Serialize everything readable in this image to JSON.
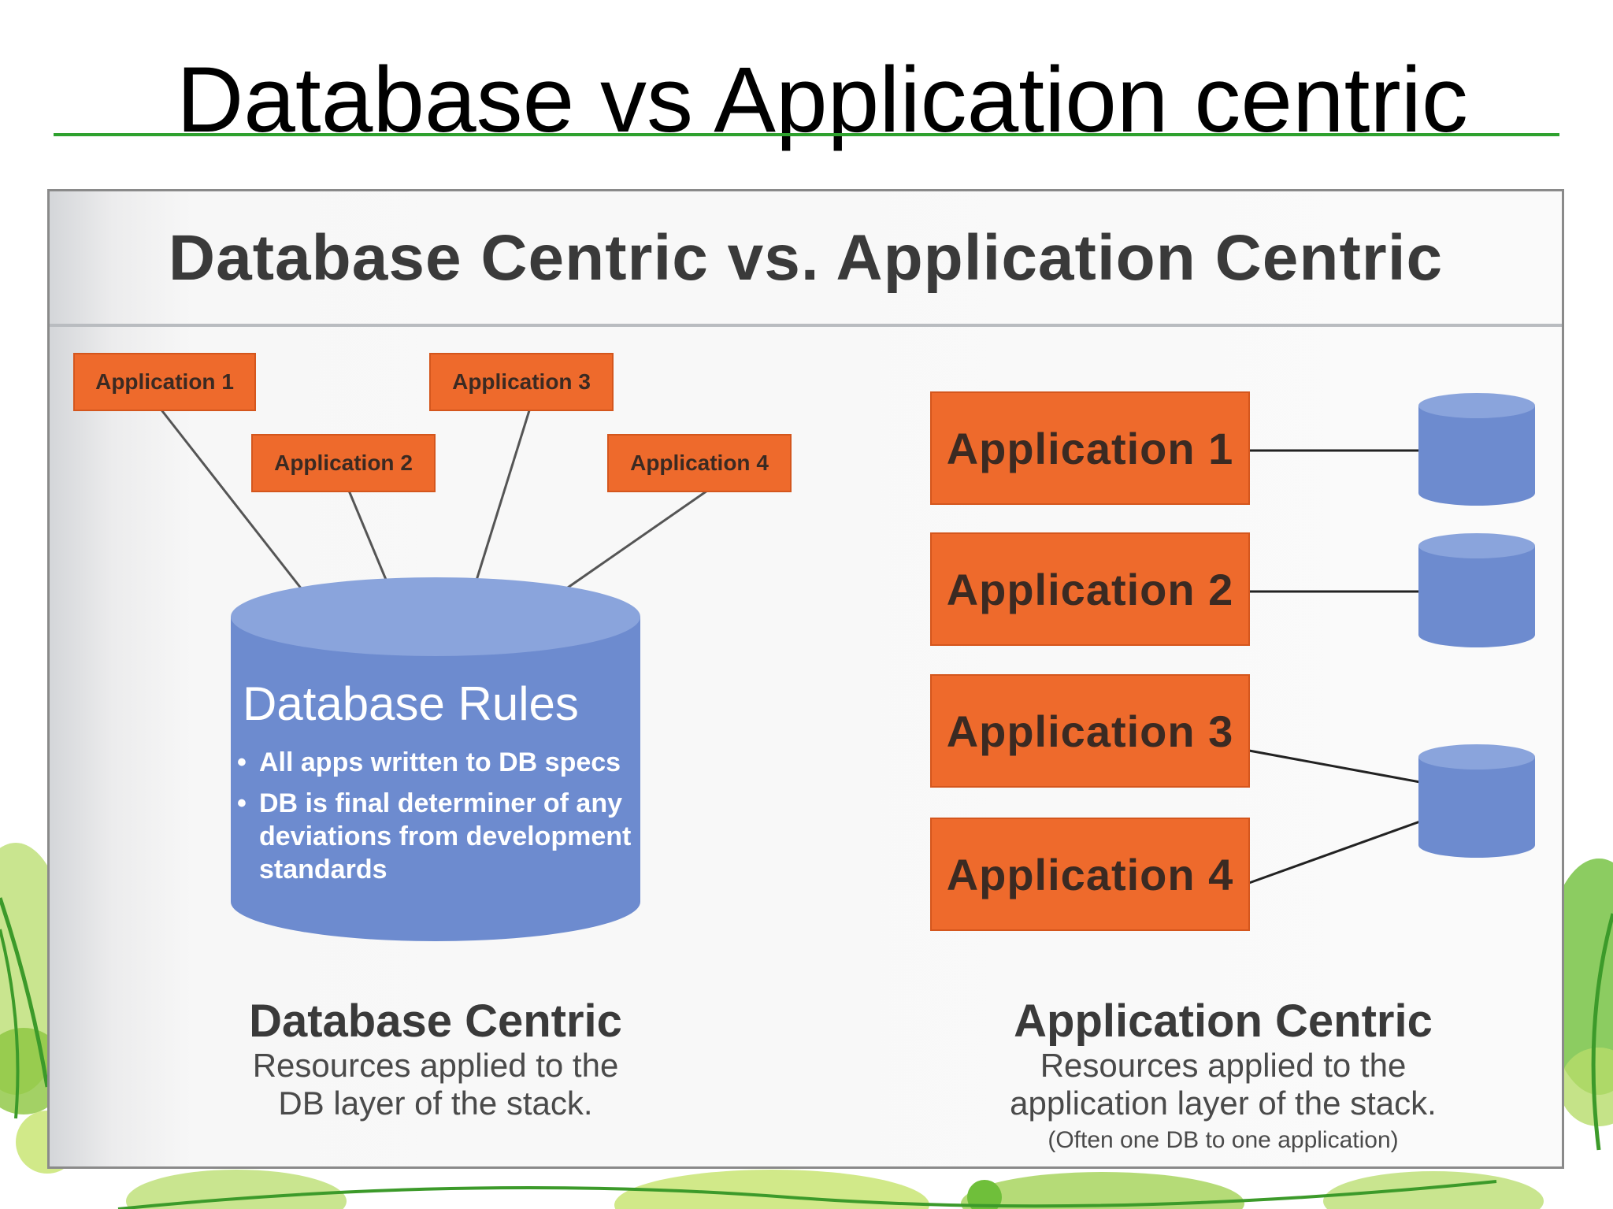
{
  "slide": {
    "title": "Database vs Application centric"
  },
  "figure": {
    "title": "Database Centric vs. Application Centric",
    "database_centric": {
      "apps": [
        "Application 1",
        "Application 2",
        "Application 3",
        "Application 4"
      ],
      "db_title": "Database Rules",
      "db_bullets": [
        "All apps written to DB specs",
        "DB is final determiner of any deviations from development standards"
      ],
      "caption_heading": "Database Centric",
      "caption_lines": [
        "Resources applied to the",
        "DB layer of the stack."
      ]
    },
    "application_centric": {
      "apps": [
        "Application 1",
        "Application 2",
        "Application 3",
        "Application 4"
      ],
      "caption_heading": "Application Centric",
      "caption_lines": [
        "Resources applied to the",
        "application layer of the stack."
      ],
      "caption_note": "(Often one DB to one application)"
    }
  },
  "colors": {
    "app_box": "#ee6a2c",
    "database": "#6d8bcf",
    "title_rule": "#2ea12e",
    "decor_green": "#8cc63f"
  }
}
